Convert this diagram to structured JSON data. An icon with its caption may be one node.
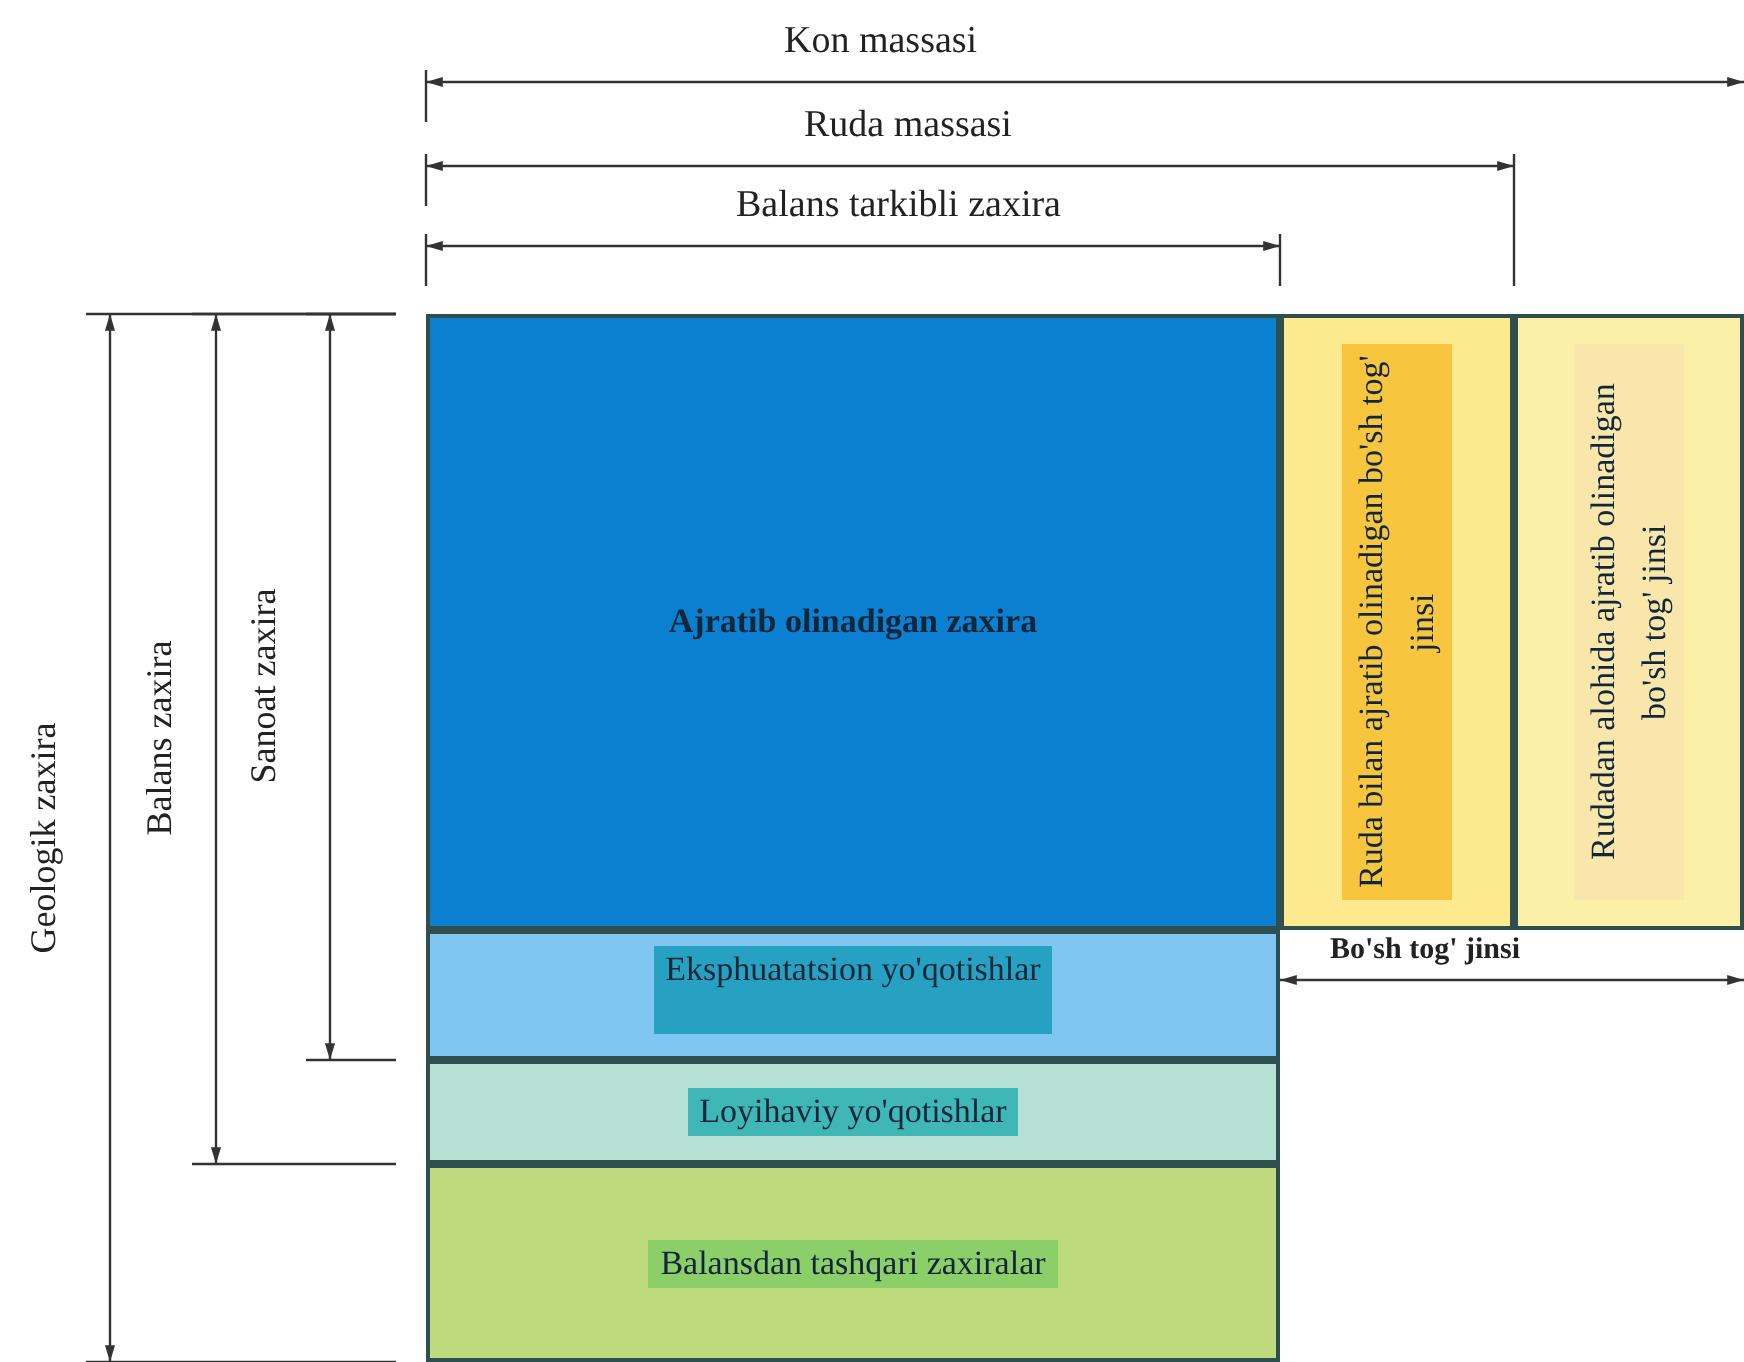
{
  "diagram": {
    "nodes": [
      {
        "text": [
          "Ajratib olinadigan zaxira"
        ]
      },
      {
        "text": [
          "Eksphuatatsion yo'qotishlar"
        ]
      },
      {
        "text": [
          "Loyihaviy yo'qotishlar"
        ]
      },
      {
        "text": [
          "Balansdan tashqari zaxiralar"
        ]
      },
      {
        "text": [
          "Ruda bilan ajratib olinadigan bo'sh tog' jinsi"
        ]
      },
      {
        "text": [
          "Rudadan alohida ajratib olinadigan bo'sh tog' jinsi"
        ]
      }
    ],
    "labels": [
      "Kon massasi",
      "Ruda massasi",
      "Balans tarkibli zaxira",
      "Geologik zaxira",
      "Balans zaxira",
      "Sanoat zaxira",
      "Bo'sh tog' jinsi"
    ]
  }
}
